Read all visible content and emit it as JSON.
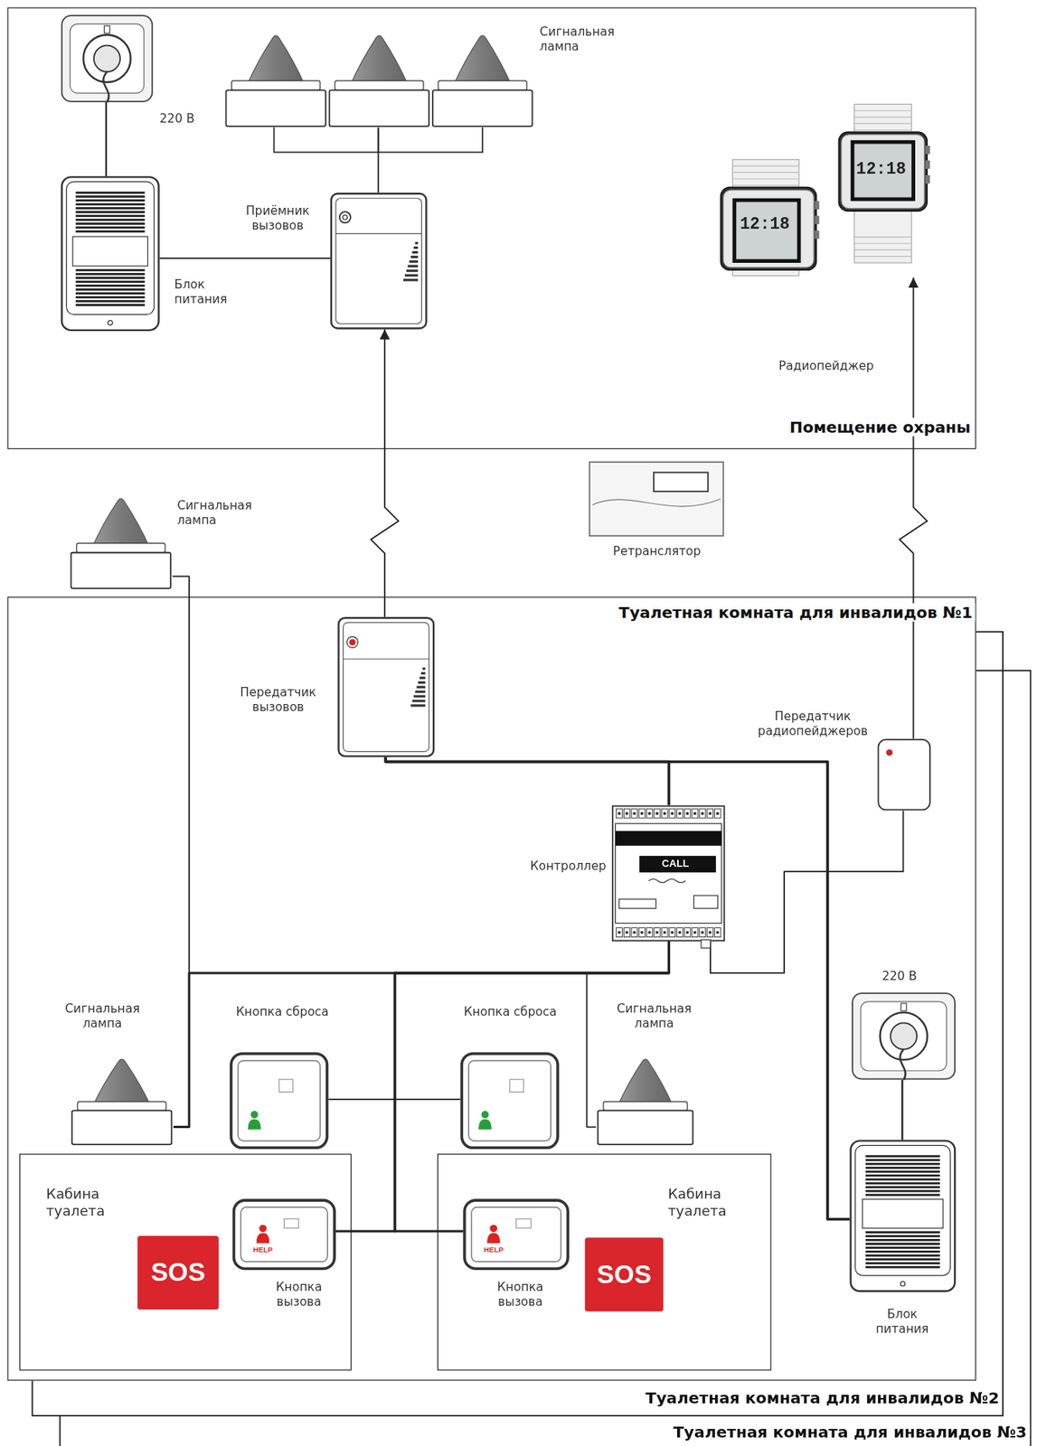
{
  "diagram": {
    "nodes": [
      {
        "text": [
          "Помещение охраны"
        ]
      },
      {
        "text": [
          "220 В"
        ],
        "in": 0
      },
      {
        "text": [
          "Сигнальная лампа"
        ],
        "in": 0
      },
      {
        "text": [
          "Блок питания"
        ],
        "in": 0
      },
      {
        "text": [
          "Приёмник вызовов"
        ],
        "in": 0
      },
      {
        "text": [
          "Радиопейджер",
          "12:18",
          "12:18"
        ],
        "in": 0
      },
      {
        "text": [
          "Ретранслятор"
        ]
      },
      {
        "text": [
          "Сигнальная лампа"
        ]
      },
      {
        "text": [
          "Туалетная комната для инвалидов №1"
        ]
      },
      {
        "text": [
          "Передатчик вызовов"
        ],
        "in": 8
      },
      {
        "text": [
          "Передатчик радиопейджеров"
        ],
        "in": 8
      },
      {
        "text": [
          "Контроллер",
          "CALL"
        ],
        "in": 8
      },
      {
        "text": [
          "220 В"
        ],
        "in": 8
      },
      {
        "text": [
          "Сигнальная лампа"
        ],
        "in": 8
      },
      {
        "text": [
          "Кнопка сброса"
        ],
        "in": 8
      },
      {
        "text": [
          "Кнопка сброса"
        ],
        "in": 8
      },
      {
        "text": [
          "Сигнальная лампа"
        ],
        "in": 8
      },
      {
        "text": [
          "Блок питания"
        ],
        "in": 8
      },
      {
        "text": [
          "Кабина туалета"
        ],
        "in": 8
      },
      {
        "text": [
          "SOS"
        ],
        "in": 18
      },
      {
        "text": [
          "Кнопка вызова",
          "HELP"
        ],
        "in": 18
      },
      {
        "text": [
          "Кабина туалета"
        ],
        "in": 8
      },
      {
        "text": [
          "Кнопка вызова",
          "HELP"
        ],
        "in": 21
      },
      {
        "text": [
          "SOS"
        ],
        "in": 21
      },
      {
        "text": [
          "Туалетная комната для инвалидов №2"
        ]
      },
      {
        "text": [
          "Туалетная комната для инвалидов №3"
        ]
      }
    ],
    "edges": [
      {
        "from": 1,
        "to": 3,
        "arrow": "none"
      },
      {
        "from": 3,
        "to": 4,
        "arrow": "none"
      },
      {
        "from": 4,
        "to": 2,
        "arrow": "none"
      },
      {
        "from": 9,
        "to": 4,
        "arrow": "to"
      },
      {
        "from": 10,
        "to": 5,
        "arrow": "to"
      },
      {
        "from": 11,
        "to": 9,
        "arrow": "none"
      },
      {
        "from": 11,
        "to": 10,
        "arrow": "none"
      },
      {
        "from": 9,
        "to": 17,
        "arrow": "none"
      },
      {
        "from": 12,
        "to": 17,
        "arrow": "none"
      },
      {
        "from": 11,
        "to": 7,
        "arrow": "none"
      },
      {
        "from": 11,
        "to": 13,
        "arrow": "none"
      },
      {
        "from": 11,
        "to": 14,
        "arrow": "none"
      },
      {
        "from": 11,
        "to": 15,
        "arrow": "none"
      },
      {
        "from": 11,
        "to": 16,
        "arrow": "none"
      },
      {
        "from": 11,
        "to": 20,
        "arrow": "none"
      },
      {
        "from": 11,
        "to": 22,
        "arrow": "none"
      }
    ]
  }
}
